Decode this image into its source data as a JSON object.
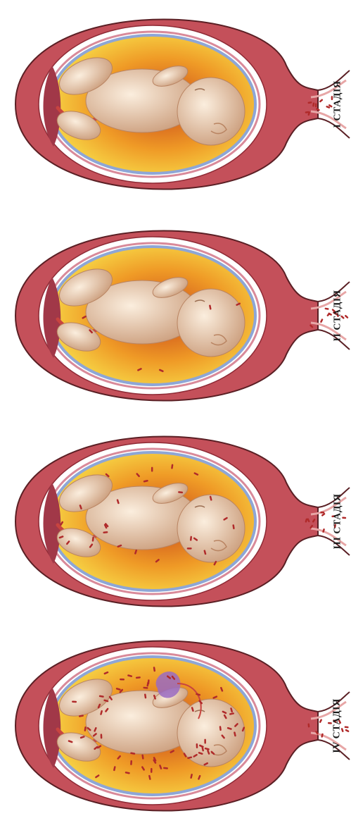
{
  "colors": {
    "wall": "#c4505a",
    "wall_dark": "#8e2a35",
    "wall_edge": "#5a1f24",
    "cavity": "#ffffff",
    "membrane_outer": "#d98a9a",
    "membrane_blue": "#8ea6d6",
    "fluid_center": "#c8471a",
    "fluid_mid": "#ef9a26",
    "fluid_edge": "#f8e04c",
    "fetus": "#f0d9c0",
    "fetus_shadow": "#c99a78",
    "cord": "#c8443f",
    "bacteria": "#b02a2a",
    "placenta": "#a13848",
    "bruise": "#9a6bc2"
  },
  "stages": [
    {
      "id": "stage-1",
      "label": "I СТАДІЯ",
      "bacteria_level": 0
    },
    {
      "id": "stage-2",
      "label": "II СТАДІЯ",
      "bacteria_level": 1
    },
    {
      "id": "stage-3",
      "label": "III СТАДІЯ",
      "bacteria_level": 2
    },
    {
      "id": "stage-4",
      "label": "IV СТАДІЯ",
      "bacteria_level": 3
    }
  ]
}
